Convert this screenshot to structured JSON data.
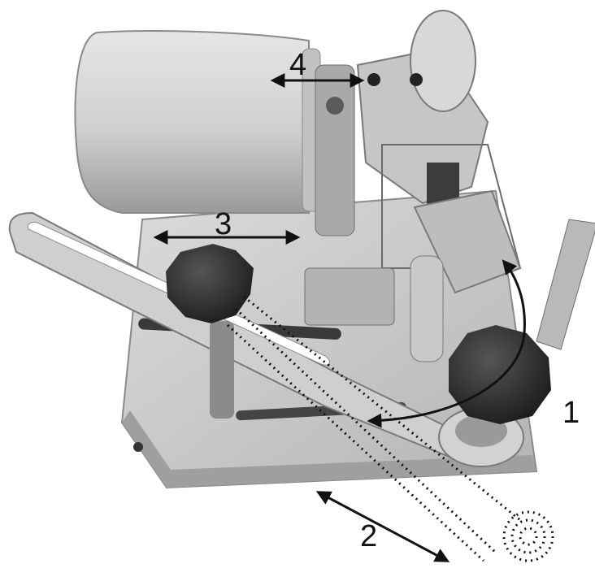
{
  "image": {
    "subject": "grinding-machine-with-pivot-arm",
    "palette": {
      "background": "#ffffff",
      "metal_light": "#d9d9d9",
      "metal_mid": "#b8b8b8",
      "metal_dark": "#7a7a7a",
      "knob": "#2a2a2a",
      "annotation": "#111111"
    }
  },
  "annotations": {
    "label_1": "1",
    "label_2": "2",
    "label_3": "3",
    "label_4": "4"
  }
}
